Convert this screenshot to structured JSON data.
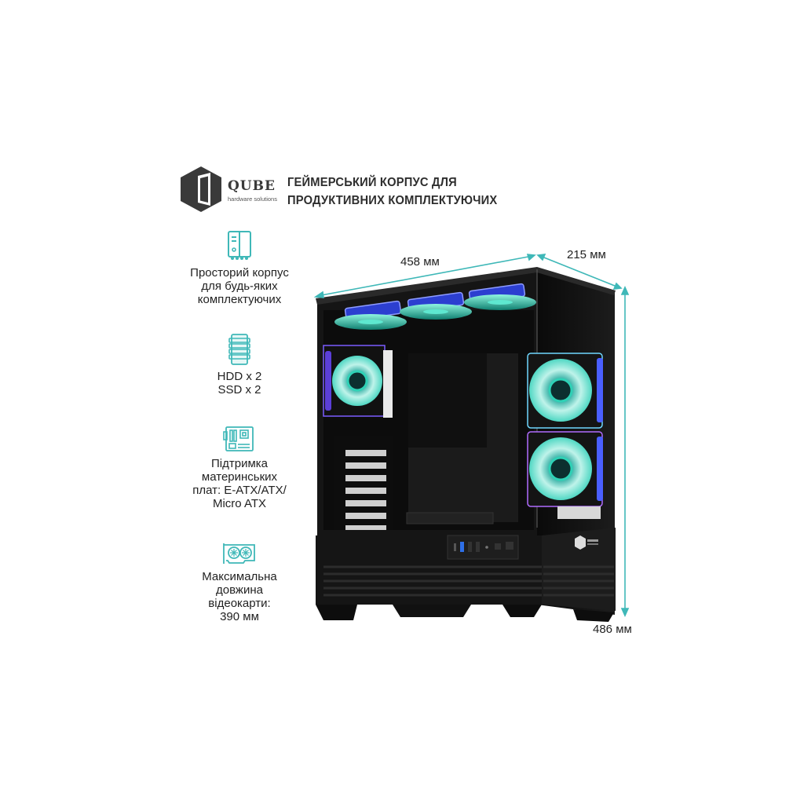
{
  "brand": {
    "name": "QUBE",
    "tagline": "hardware solutions"
  },
  "headline": {
    "line1": "ГЕЙМЕРСЬКИЙ КОРПУС ДЛЯ",
    "line2": "ПРОДУКТИВНИХ КОМПЛЕКТУЮЧИХ"
  },
  "features": [
    {
      "icon": "pc-tower-icon",
      "lines": [
        "Просторий корпус",
        "для будь-яких",
        "комплектуючих"
      ]
    },
    {
      "icon": "drive-bay-icon",
      "lines": [
        "HDD x 2",
        "SSD x 2"
      ]
    },
    {
      "icon": "motherboard-icon",
      "lines": [
        "Підтримка",
        "материнських",
        "плат: E-ATX/ATX/",
        "Micro ATX"
      ]
    },
    {
      "icon": "graphics-card-icon",
      "lines": [
        "Максимальна",
        "довжина",
        "відеокарти:",
        "390 мм"
      ]
    }
  ],
  "dimensions": {
    "length": "458 мм",
    "width": "215 мм",
    "height": "486 мм"
  },
  "colors": {
    "accent_teal": "#3fb8b8",
    "text_dark": "#222222",
    "logo_gray": "#3a3a3a",
    "case_black": "#111111"
  }
}
